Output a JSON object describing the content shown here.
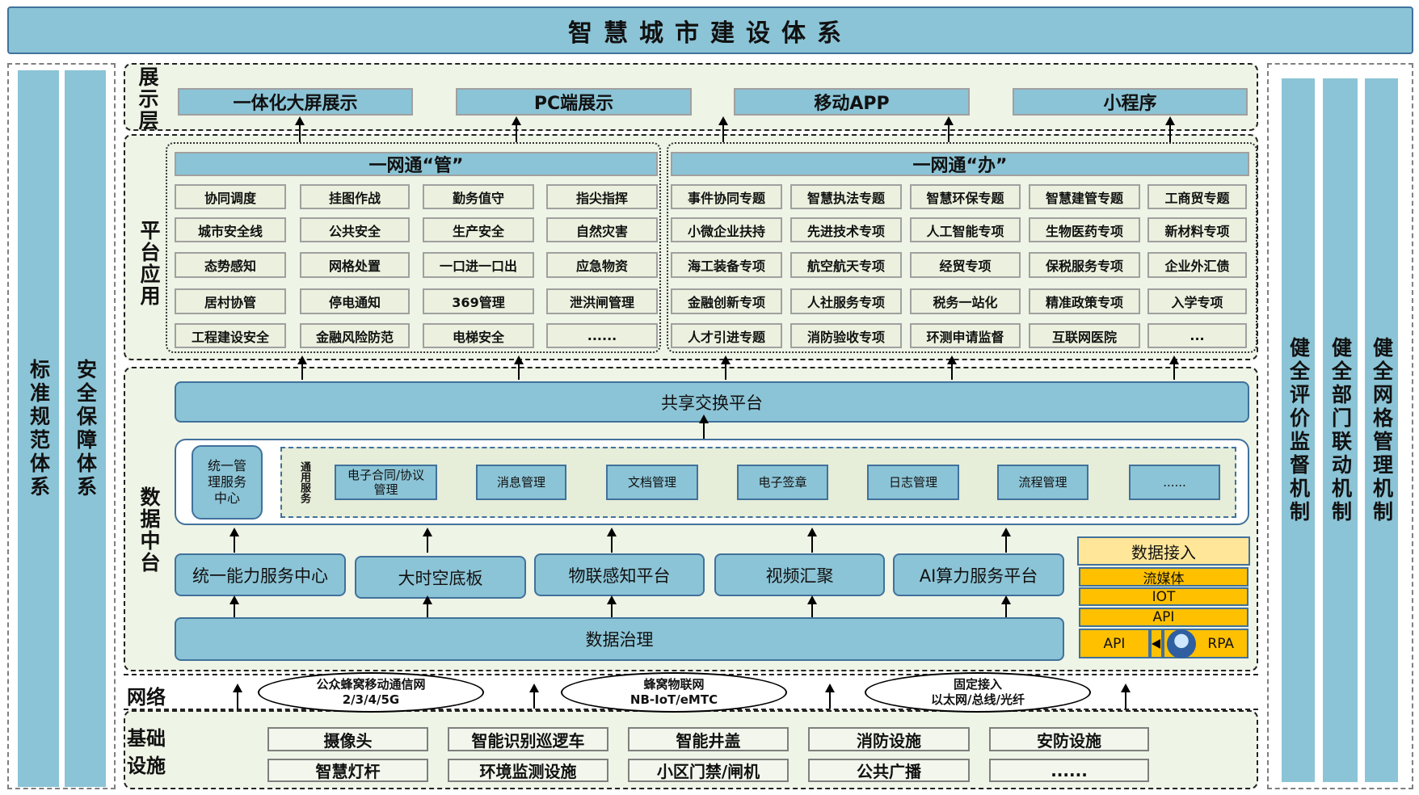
{
  "title": "智慧城市建设体系",
  "left_panel": [
    "标准规范体系",
    "安全保障体系"
  ],
  "right_panel": [
    "健全评价监督机制",
    "健全部门联动机制",
    "健全网格管理机制"
  ],
  "layers": {
    "display": "展示层",
    "platform": "平台应用",
    "data": "数据中台",
    "network": "网络",
    "infra": "基础设施"
  },
  "display_items": [
    "一体化大屏展示",
    "PC端展示",
    "移动APP",
    "小程序"
  ],
  "guan": {
    "header": "一网通“管”",
    "items": [
      "协同调度",
      "挂图作战",
      "勤务值守",
      "指尖指挥",
      "城市安全线",
      "公共安全",
      "生产安全",
      "自然灾害",
      "态势感知",
      "网格处置",
      "一口进一口出",
      "应急物资",
      "居村协管",
      "停电通知",
      "369管理",
      "泄洪闸管理",
      "工程建设安全",
      "金融风险防范",
      "电梯安全",
      "......"
    ]
  },
  "ban": {
    "header": "一网通“办”",
    "items": [
      "事件协同专题",
      "智慧执法专题",
      "智慧环保专题",
      "智慧建管专题",
      "工商贸专题",
      "小微企业扶持",
      "先进技术专项",
      "人工智能专项",
      "生物医药专项",
      "新材料专项",
      "海工装备专项",
      "航空航天专项",
      "经贸专项",
      "保税服务专项",
      "企业外汇债",
      "金融创新专项",
      "人社服务专项",
      "税务一站化",
      "精准政策专项",
      "入学专项",
      "人才引进专题",
      "消防验收专项",
      "环测申请监督",
      "互联网医院",
      "..."
    ]
  },
  "data_center": {
    "exchange": "共享交换平台",
    "unified_center": "统一管理服务中心",
    "common_label": "通用服务",
    "services": [
      "电子合同/协议管理",
      "消息管理",
      "文档管理",
      "电子签章",
      "日志管理",
      "流程管理",
      "......"
    ],
    "platforms": [
      "统一能力服务中心",
      "大时空底板",
      "物联感知平台",
      "视频汇聚",
      "AI算力服务平台"
    ],
    "governance": "数据治理",
    "access": {
      "header": "数据接入",
      "rows": [
        "流媒体",
        "IOT",
        "API"
      ],
      "api": "API",
      "rpa": "RPA"
    }
  },
  "network": [
    {
      "name": "公众蜂窝移动通信网",
      "detail": "2/3/4/5G"
    },
    {
      "name": "蜂窝物联网",
      "detail": "NB-IoT/eMTC"
    },
    {
      "name": "固定接入",
      "detail": "以太网/总线/光纤"
    }
  ],
  "infra_items": [
    "摄像头",
    "智能识别巡逻车",
    "智能井盖",
    "消防设施",
    "安防设施",
    "智慧灯杆",
    "环境监测设施",
    "小区门禁/闸机",
    "公共广播",
    "......"
  ]
}
